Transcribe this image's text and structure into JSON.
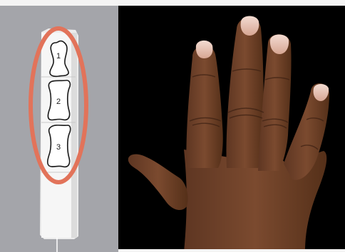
{
  "finger_model": {
    "bones": [
      {
        "number": "1"
      },
      {
        "number": "2"
      },
      {
        "number": "3"
      }
    ],
    "highlight_color": "#e2735a",
    "background_color": "#a4a5aa"
  },
  "photo": {
    "subject": "hand-photo",
    "background_color": "#000000"
  }
}
